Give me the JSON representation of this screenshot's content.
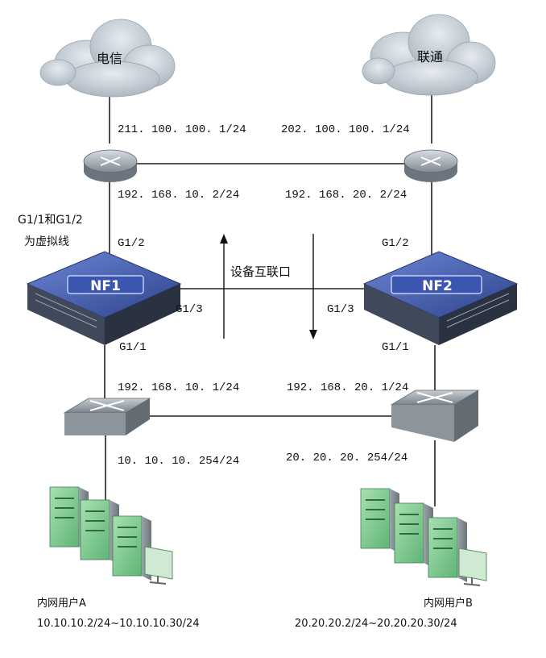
{
  "clouds": {
    "left": "电信",
    "right": "联通"
  },
  "routers": {
    "left": {
      "wan_ip": "211. 100. 100. 1/24",
      "lan_ip": "192. 168. 10. 2/24"
    },
    "right": {
      "wan_ip": "202. 100. 100. 1/24",
      "lan_ip": "192. 168. 20. 2/24"
    }
  },
  "firewalls": {
    "left": {
      "name": "NF1",
      "port_up": "G1/2",
      "port_side": "G1/3",
      "port_down": "G1/1"
    },
    "right": {
      "name": "NF2",
      "port_up": "G1/2",
      "port_side": "G1/3",
      "port_down": "G1/1"
    }
  },
  "virtual_wire_note": {
    "line1": "G1/1和G1/2",
    "line2": "为虚拟线"
  },
  "interconnect_label": "设备互联口",
  "switches": {
    "left": {
      "up_ip": "192. 168. 10. 1/24",
      "down_ip": "10. 10. 10. 254/24"
    },
    "right": {
      "up_ip": "192. 168. 20. 1/24",
      "down_ip": "20. 20. 20. 254/24"
    }
  },
  "users": {
    "left": {
      "label": "内网用户A",
      "range": "10.10.10.2/24~10.10.10.30/24"
    },
    "right": {
      "label": "内网用户B",
      "range": "20.20.20.2/24~20.20.20.30/24"
    }
  },
  "colors": {
    "cloud": "#b9c2cb",
    "firewall": "#3f5aa6",
    "line": "#222222",
    "server": "#8ed19a"
  }
}
